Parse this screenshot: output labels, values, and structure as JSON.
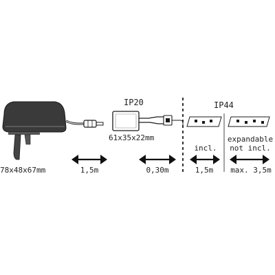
{
  "labels": {
    "adapter_dims": "78x48x67mm",
    "controller_ip": "IP20",
    "controller_dims": "61x35x22mm",
    "strip_ip": "IP44",
    "strip_incl": "incl.",
    "expandable_1": "expandable",
    "expandable_2": "not incl."
  },
  "lengths": [
    "1,5m",
    "0,30m",
    "1,5m",
    "max. 3,5m"
  ],
  "colors": {
    "stroke": "#1a1a1a",
    "adapter_fill": "#3a3a3a",
    "arrow": "#111111"
  }
}
